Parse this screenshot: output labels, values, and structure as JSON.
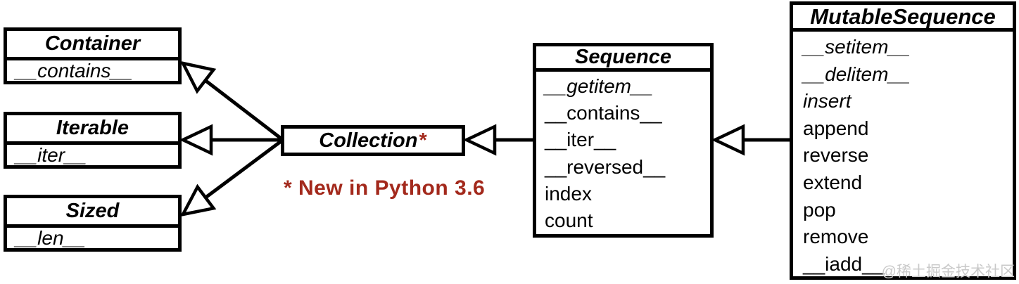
{
  "diagram": {
    "type": "uml-class-diagram",
    "colors": {
      "background": "#FFFFFF",
      "line": "#000000",
      "accent": "#A3291C",
      "watermark": "#C9C9C9"
    },
    "classes": [
      {
        "name": "Container",
        "methods": [
          {
            "name": "__contains__",
            "abstract": true
          }
        ]
      },
      {
        "name": "Iterable",
        "methods": [
          {
            "name": "__iter__",
            "abstract": true
          }
        ]
      },
      {
        "name": "Sized",
        "methods": [
          {
            "name": "__len__",
            "abstract": true
          }
        ]
      },
      {
        "name": "Collection",
        "title_suffix": "*",
        "methods": []
      },
      {
        "name": "Sequence",
        "methods": [
          {
            "name": "__getitem__",
            "abstract": true
          },
          {
            "name": "__contains__",
            "abstract": false
          },
          {
            "name": "__iter__",
            "abstract": false
          },
          {
            "name": "__reversed__",
            "abstract": false
          },
          {
            "name": "index",
            "abstract": false
          },
          {
            "name": "count",
            "abstract": false
          }
        ]
      },
      {
        "name": "MutableSequence",
        "methods": [
          {
            "name": "__setitem__",
            "abstract": true
          },
          {
            "name": "__delitem__",
            "abstract": true
          },
          {
            "name": "insert",
            "abstract": true
          },
          {
            "name": "append",
            "abstract": false
          },
          {
            "name": "reverse",
            "abstract": false
          },
          {
            "name": "extend",
            "abstract": false
          },
          {
            "name": "pop",
            "abstract": false
          },
          {
            "name": "remove",
            "abstract": false
          },
          {
            "name": "__iadd__",
            "abstract": false
          }
        ]
      }
    ],
    "edges": [
      {
        "from": "Collection",
        "to": "Container",
        "type": "inheritance"
      },
      {
        "from": "Collection",
        "to": "Iterable",
        "type": "inheritance"
      },
      {
        "from": "Collection",
        "to": "Sized",
        "type": "inheritance"
      },
      {
        "from": "Sequence",
        "to": "Collection",
        "type": "inheritance"
      },
      {
        "from": "MutableSequence",
        "to": "Sequence",
        "type": "inheritance"
      }
    ],
    "annotation": {
      "text": "* New in Python 3.6"
    },
    "watermark": {
      "text": "@稀土掘金技术社区"
    }
  }
}
